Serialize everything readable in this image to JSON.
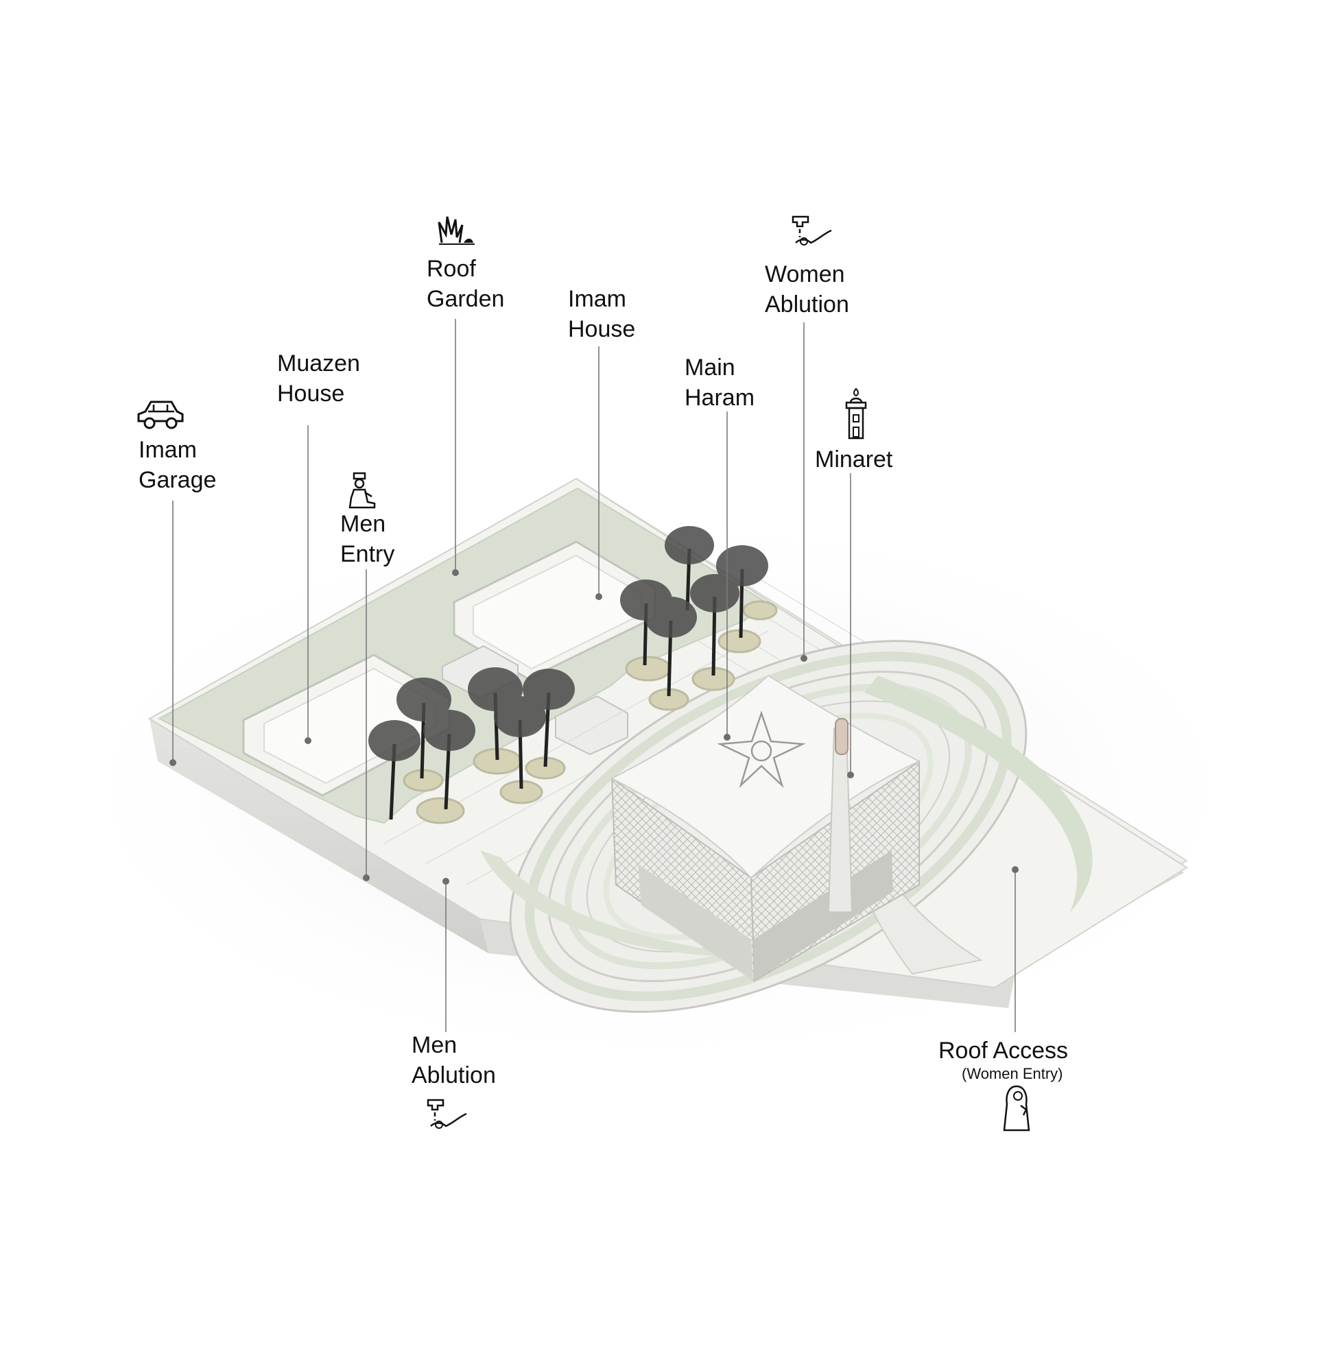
{
  "labels": {
    "imam_garage": [
      "Imam",
      "Garage"
    ],
    "muazen_house": [
      "Muazen",
      "House"
    ],
    "men_entry": [
      "Men",
      "Entry"
    ],
    "roof_garden": [
      "Roof",
      "Garden"
    ],
    "imam_house": [
      "Imam",
      "House"
    ],
    "main_haram": [
      "Main",
      "Haram"
    ],
    "women_ablution": [
      "Women",
      "Ablution"
    ],
    "minaret": "Minaret",
    "men_ablution": [
      "Men",
      "Ablution"
    ],
    "roof_access": "Roof Access",
    "roof_access_sub": "(Women Entry)"
  },
  "icons": [
    "car-icon",
    "kneeling-man-icon",
    "plants-icon",
    "tap-hands-icon",
    "minaret-icon",
    "tap-hands-icon",
    "veiled-woman-icon"
  ],
  "colors": {
    "sage": "#d7dfd0",
    "slab": "#efefec",
    "edge": "#d9d9d5",
    "palm": "#3a3a3a"
  }
}
